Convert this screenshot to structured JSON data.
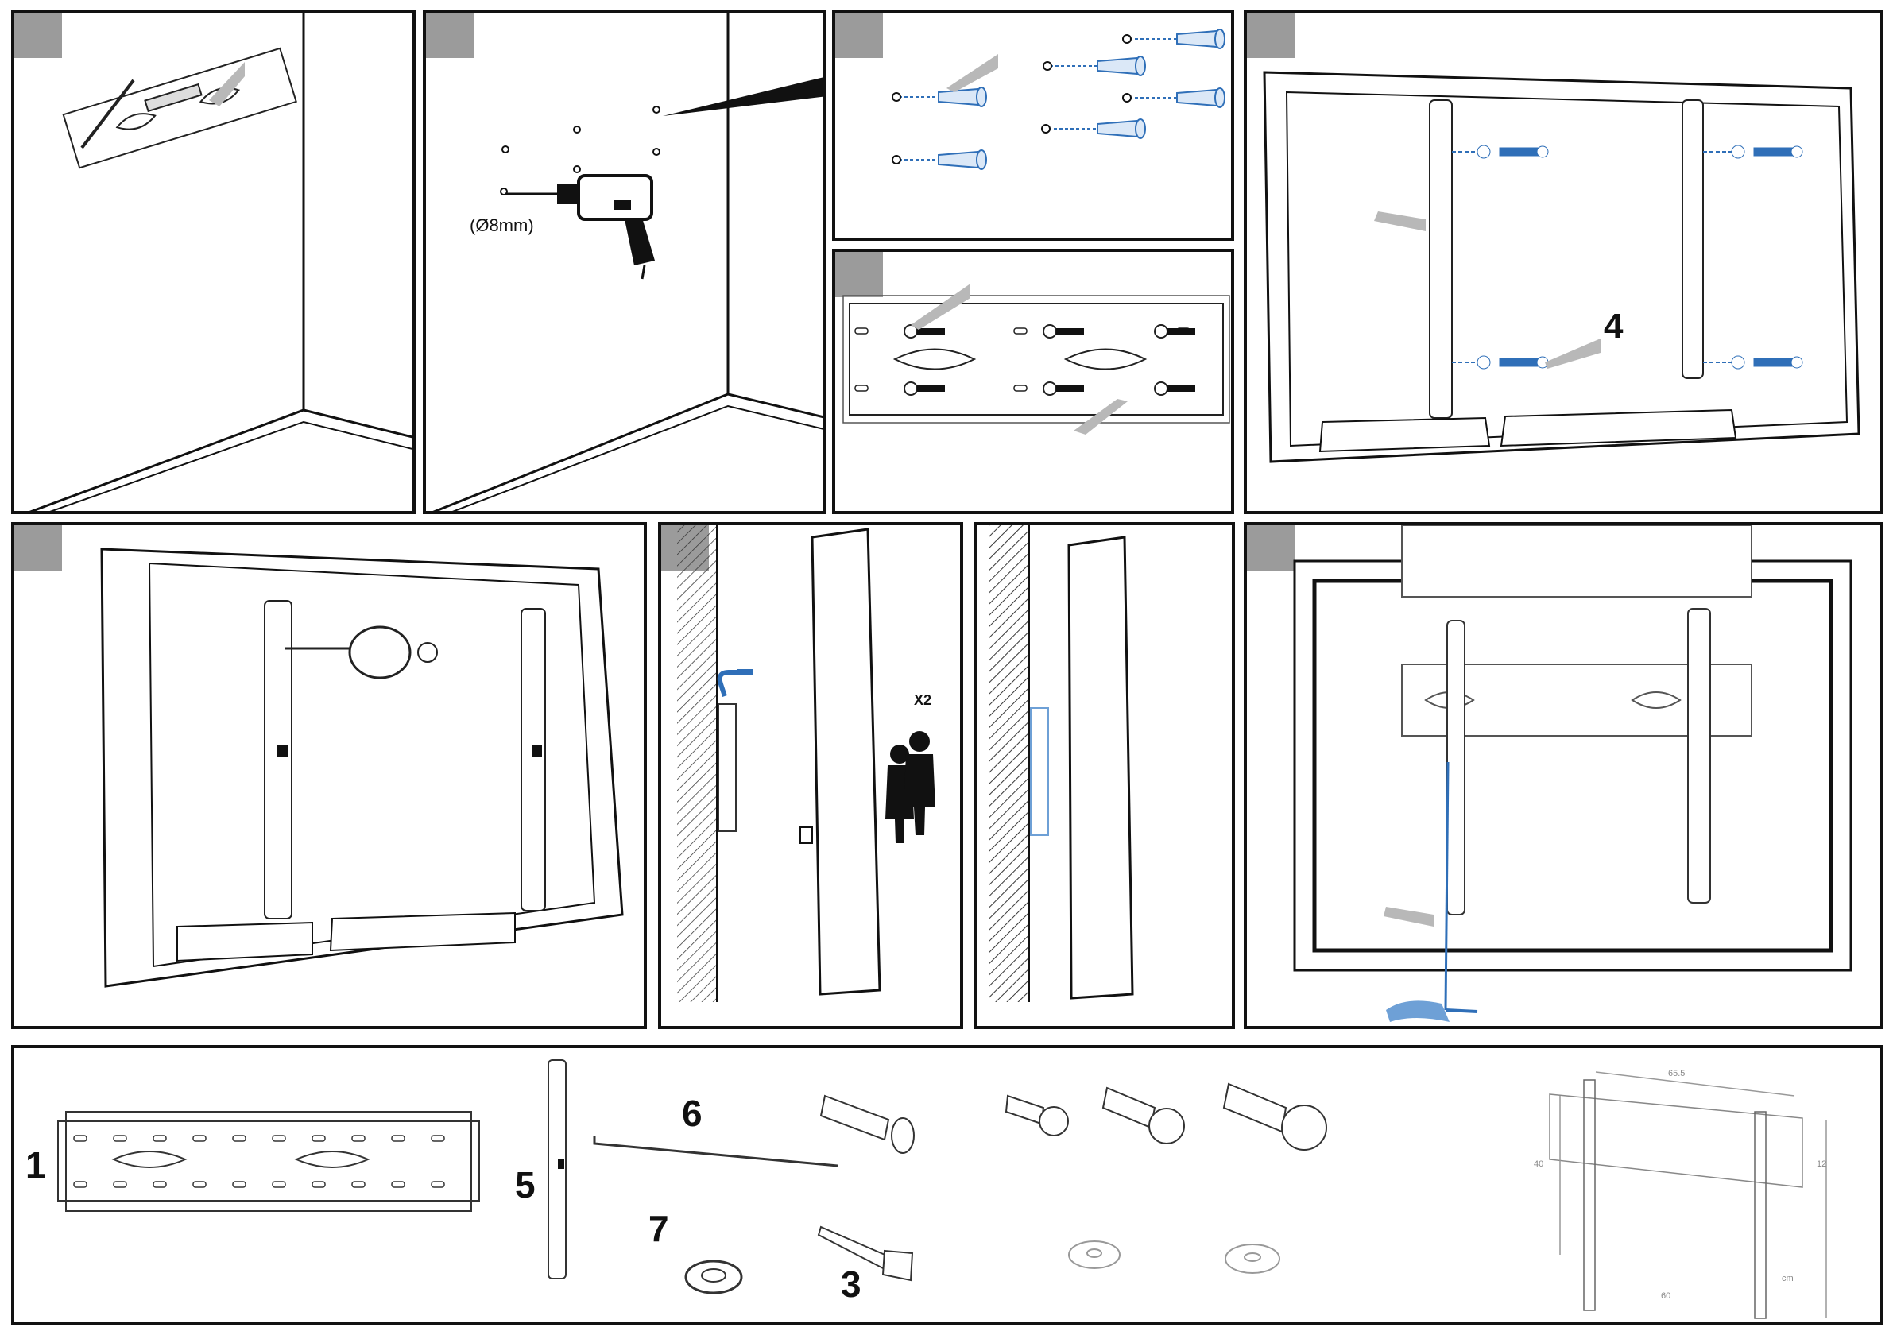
{
  "steps": {
    "drill_size": "(Ø8mm)",
    "callout_4": "4",
    "people_count": "X2"
  },
  "parts": {
    "label_1": "1",
    "label_3": "3",
    "label_5": "5",
    "label_6": "6",
    "label_7": "7"
  },
  "dimensions": {
    "width_top": "65.5",
    "height_left": "40",
    "depth_right": "12",
    "width_bottom": "60",
    "unit": "cm"
  },
  "colors": {
    "line": "#111111",
    "accent_blue": "#2f6fb8",
    "step_box": "#9b9b9b",
    "pointer": "#b8b8b8"
  }
}
